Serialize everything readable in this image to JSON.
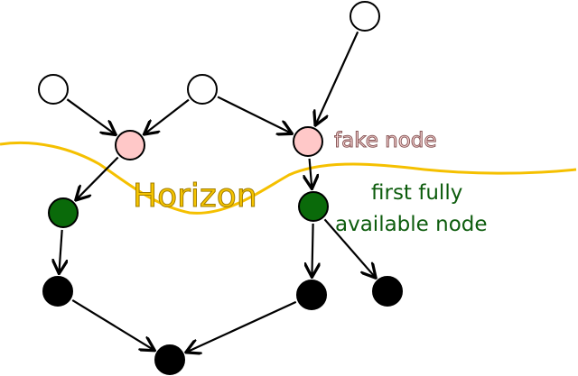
{
  "labels": {
    "horizon": "Horizon",
    "fake_node": "fake node",
    "first_fully_line1": "first fully",
    "first_fully_line2": "available node"
  },
  "colors": {
    "horizon_line": "#f5c000",
    "horizon_text_fill": "#f5c400",
    "horizon_text_stroke": "#a07c00",
    "fake_fill": "#ffc8c8",
    "fake_text_fill": "#f8d4d4",
    "fake_text_stroke": "#8a5a5a",
    "green_fill": "#0a6a0a",
    "green_text": "#0d5c0d",
    "black_fill": "#000000",
    "white_fill": "#ffffff"
  },
  "nodes": [
    {
      "id": "top-right",
      "kind": "unavailable"
    },
    {
      "id": "top-left",
      "kind": "unavailable"
    },
    {
      "id": "top-middle",
      "kind": "unavailable"
    },
    {
      "id": "fake-left",
      "kind": "fake"
    },
    {
      "id": "fake-right",
      "kind": "fake"
    },
    {
      "id": "green-left",
      "kind": "first-fully-available"
    },
    {
      "id": "green-right",
      "kind": "first-fully-available"
    },
    {
      "id": "black-left",
      "kind": "available"
    },
    {
      "id": "black-middle",
      "kind": "available"
    },
    {
      "id": "black-right",
      "kind": "available"
    },
    {
      "id": "black-bottom",
      "kind": "available"
    }
  ],
  "edges": [
    {
      "from": "top-left",
      "to": "fake-left"
    },
    {
      "from": "top-middle",
      "to": "fake-left"
    },
    {
      "from": "top-middle",
      "to": "fake-right"
    },
    {
      "from": "top-right",
      "to": "fake-right"
    },
    {
      "from": "fake-left",
      "to": "green-left"
    },
    {
      "from": "fake-right",
      "to": "green-right"
    },
    {
      "from": "green-left",
      "to": "black-left"
    },
    {
      "from": "green-right",
      "to": "black-middle"
    },
    {
      "from": "green-right",
      "to": "black-right"
    },
    {
      "from": "black-left",
      "to": "black-bottom"
    },
    {
      "from": "black-middle",
      "to": "black-bottom"
    }
  ]
}
